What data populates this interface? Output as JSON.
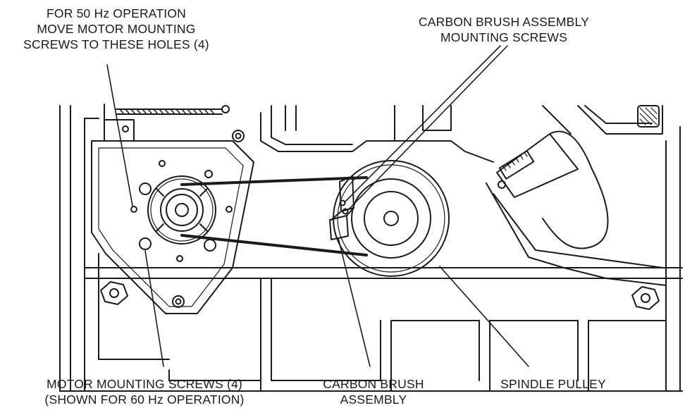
{
  "callouts": {
    "motor_holes_50hz": {
      "lines": [
        "FOR 50 Hz OPERATION",
        "MOVE MOTOR MOUNTING",
        "SCREWS TO THESE HOLES (4)"
      ]
    },
    "brush_screws": {
      "lines": [
        "CARBON BRUSH ASSEMBLY",
        "MOUNTING SCREWS"
      ]
    },
    "motor_screws_60hz": {
      "lines": [
        "MOTOR MOUNTING SCREWS (4)",
        "(SHOWN FOR 60 Hz OPERATION)"
      ]
    },
    "brush_assembly": {
      "lines": [
        "CARBON BRUSH",
        "ASSEMBLY"
      ]
    },
    "spindle_pulley": {
      "lines": [
        "SPINDLE PULLEY"
      ]
    }
  },
  "colors": {
    "ink": "#1a1a1a",
    "paper": "#ffffff"
  }
}
